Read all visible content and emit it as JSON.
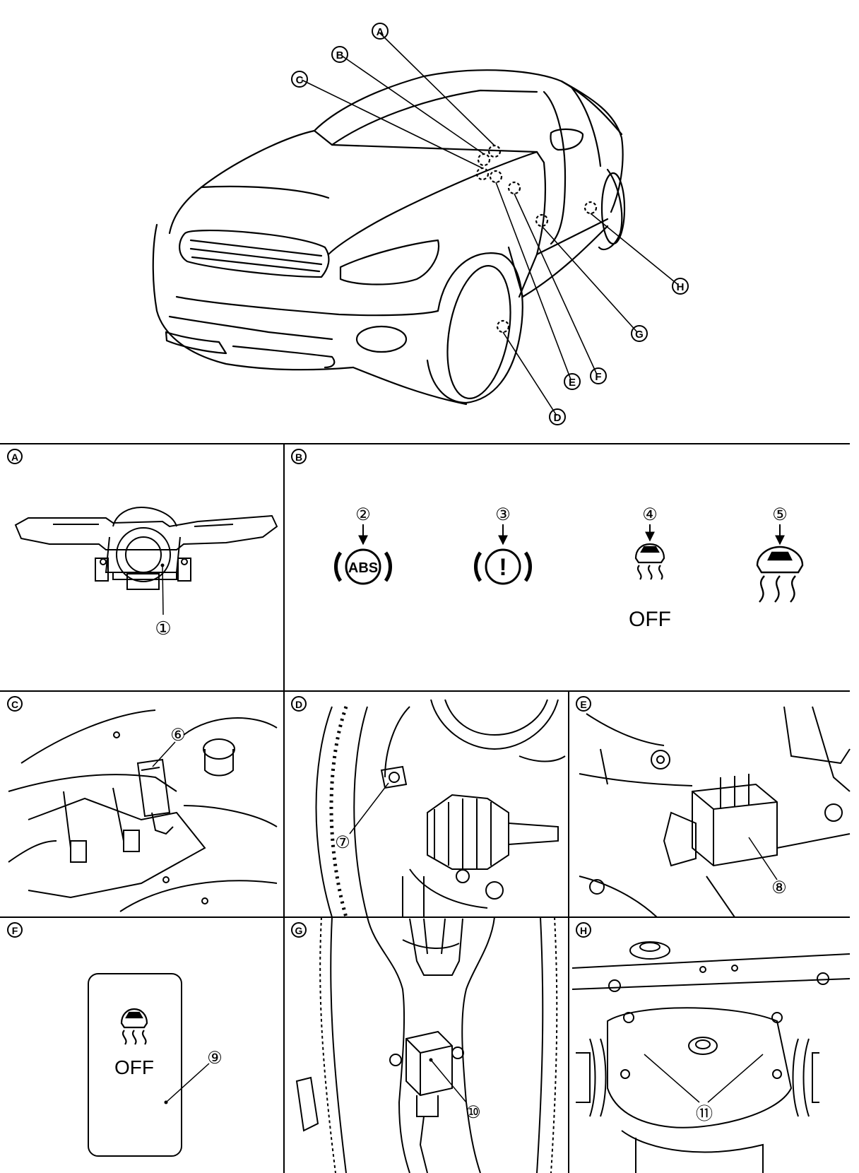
{
  "overview": {
    "callouts": [
      "A",
      "B",
      "C",
      "D",
      "E",
      "F",
      "G",
      "H"
    ]
  },
  "panels": {
    "A": {
      "label": "A",
      "items": [
        "①"
      ]
    },
    "B": {
      "label": "B",
      "items": [
        "②",
        "③",
        "④",
        "⑤"
      ],
      "abs_text": "ABS",
      "excl_text": "!",
      "off_text": "OFF"
    },
    "C": {
      "label": "C",
      "items": [
        "⑥"
      ]
    },
    "D": {
      "label": "D",
      "items": [
        "⑦"
      ]
    },
    "E": {
      "label": "E",
      "items": [
        "⑧"
      ]
    },
    "F": {
      "label": "F",
      "items": [
        "⑨"
      ],
      "off_text": "OFF"
    },
    "G": {
      "label": "G",
      "items": [
        "⑩"
      ]
    },
    "H": {
      "label": "H",
      "items": [
        "⑪"
      ]
    }
  }
}
